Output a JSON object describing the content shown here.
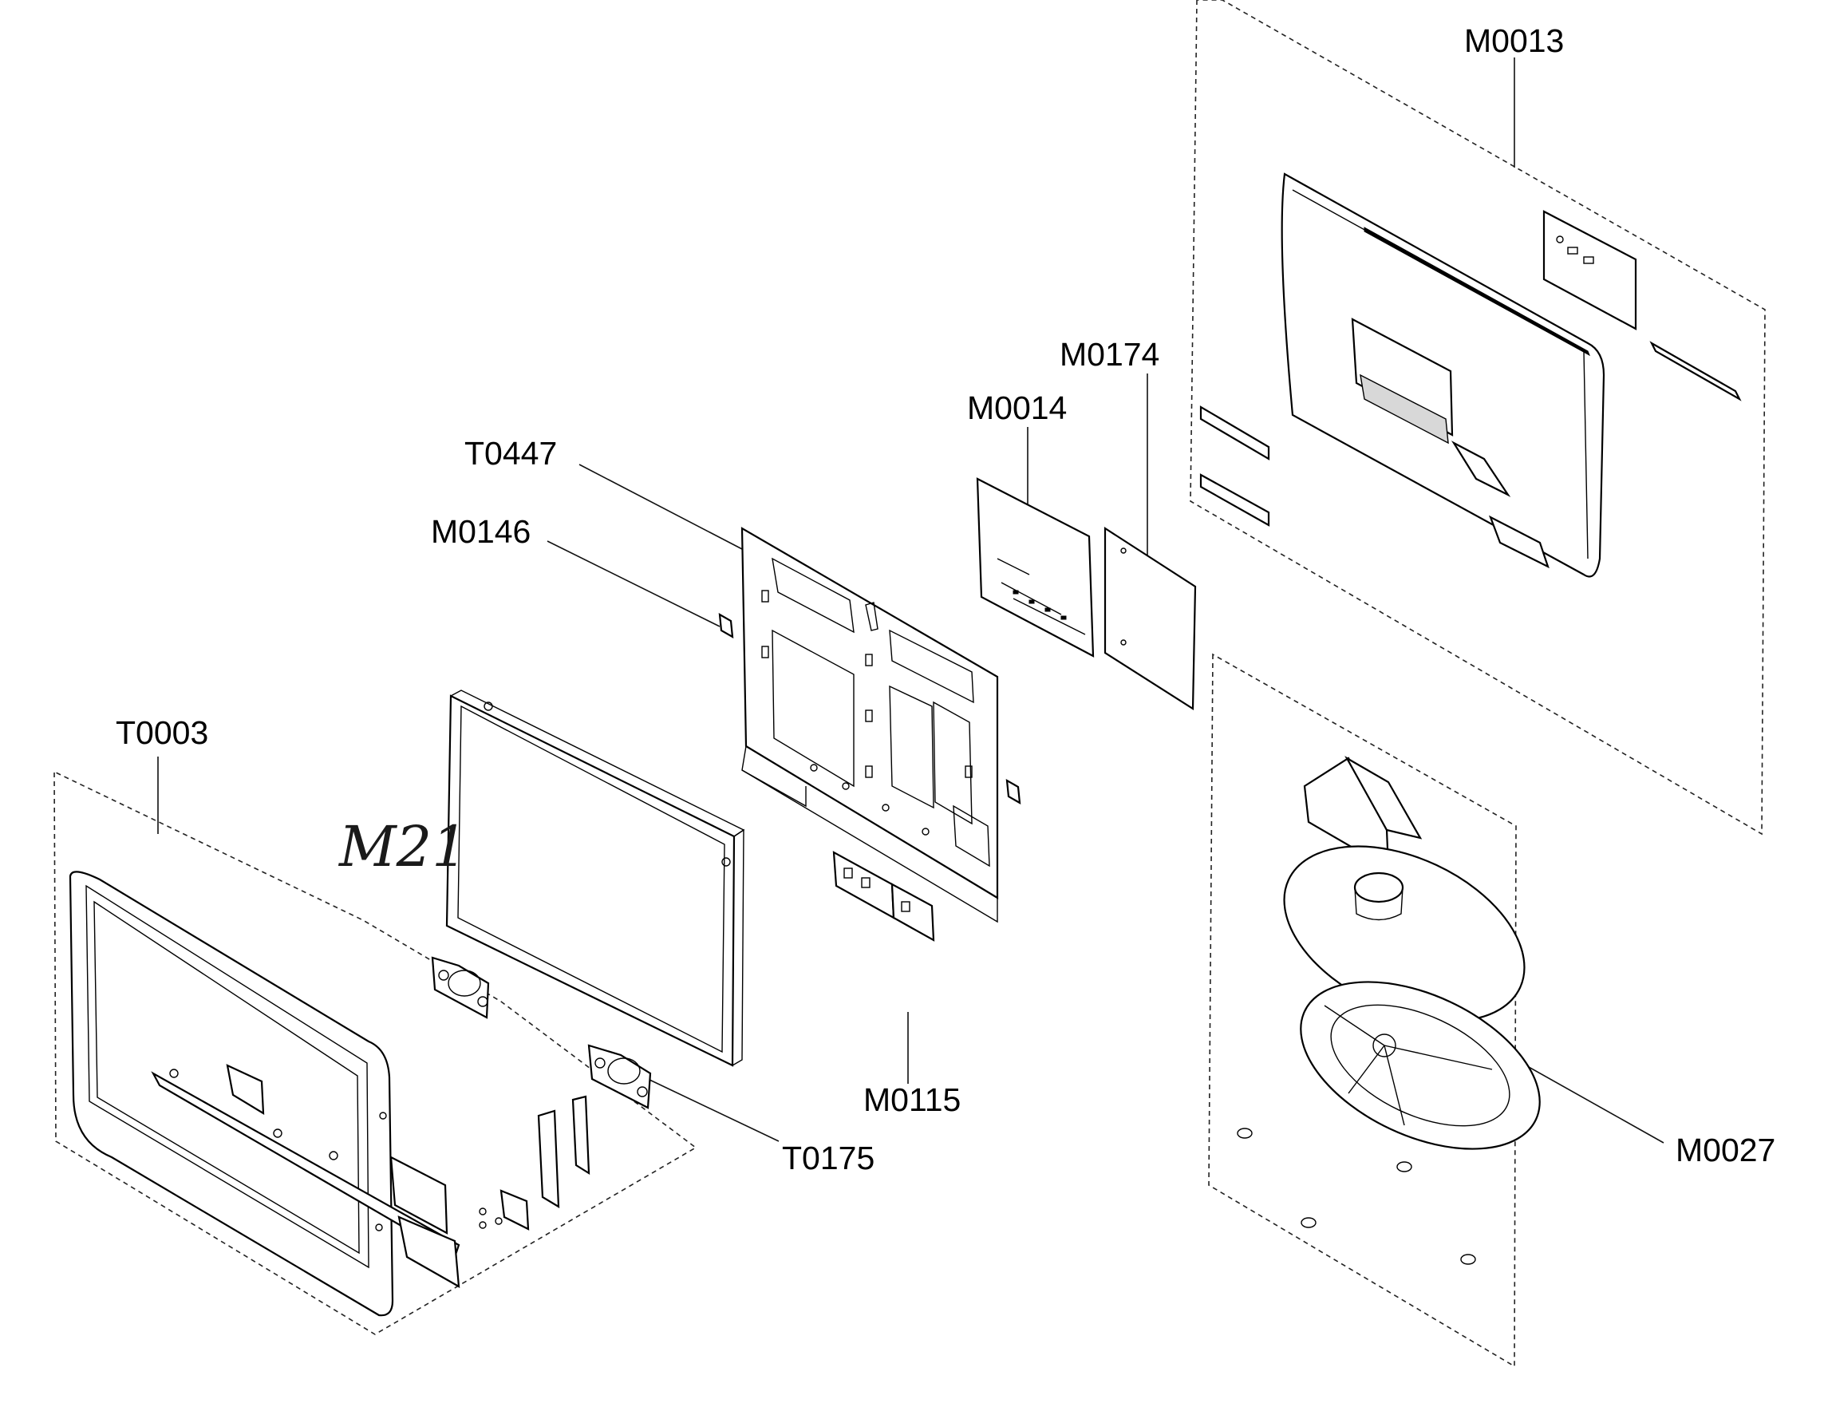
{
  "diagram": {
    "labels": {
      "m0013": "M0013",
      "m0174": "M0174",
      "m0014": "M0014",
      "t0447": "T0447",
      "m0146": "M0146",
      "t0003": "T0003",
      "m0115": "M0115",
      "t0175": "T0175",
      "m0027": "M0027"
    },
    "handwritten_note": "M21"
  }
}
